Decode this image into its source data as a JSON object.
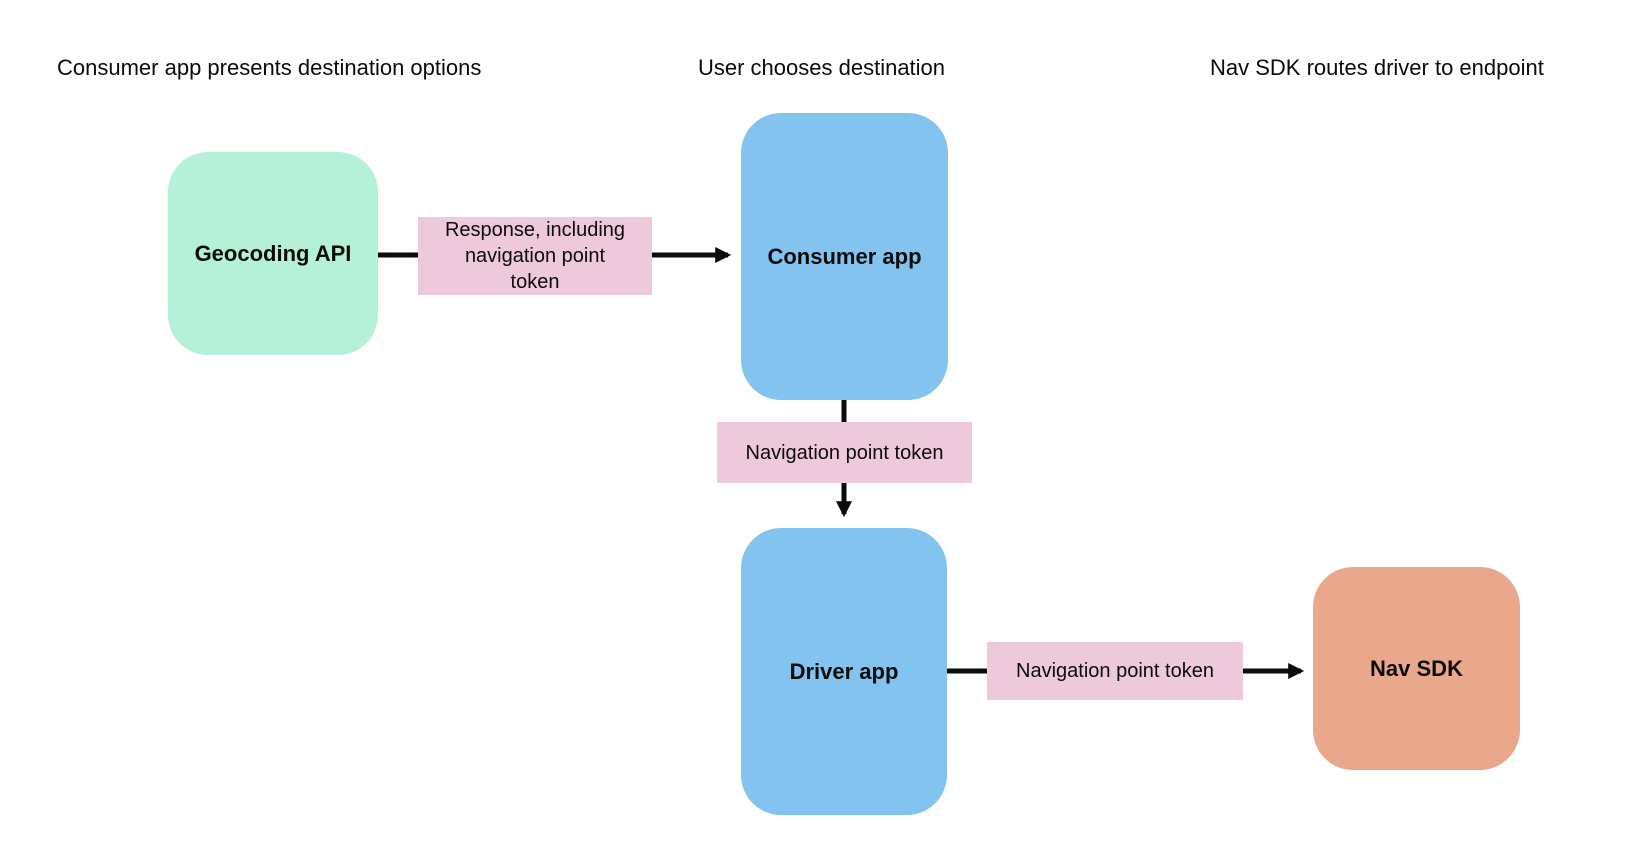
{
  "diagram": {
    "stage_headers": [
      "Consumer app presents destination options",
      "User chooses destination",
      "Nav SDK routes driver to endpoint"
    ],
    "nodes": [
      {
        "id": "geocoding-api",
        "label": "Geocoding API",
        "fill": "#b5f0d9"
      },
      {
        "id": "consumer-app",
        "label": "Consumer app",
        "fill": "#83c3ef"
      },
      {
        "id": "driver-app",
        "label": "Driver app",
        "fill": "#83c3ef"
      },
      {
        "id": "nav-sdk",
        "label": "Nav SDK",
        "fill": "#e9a88c"
      }
    ],
    "edges": [
      {
        "from": "geocoding-api",
        "to": "consumer-app",
        "label": "Response, including\nnavigation point\ntoken",
        "label_fill": "#edc9db"
      },
      {
        "from": "consumer-app",
        "to": "driver-app",
        "label": "Navigation point token",
        "label_fill": "#edc9db"
      },
      {
        "from": "driver-app",
        "to": "nav-sdk",
        "label": "Navigation point token",
        "label_fill": "#edc9db"
      }
    ],
    "arrow_color": "#0b0b0b",
    "background_color": "#ffffff"
  }
}
